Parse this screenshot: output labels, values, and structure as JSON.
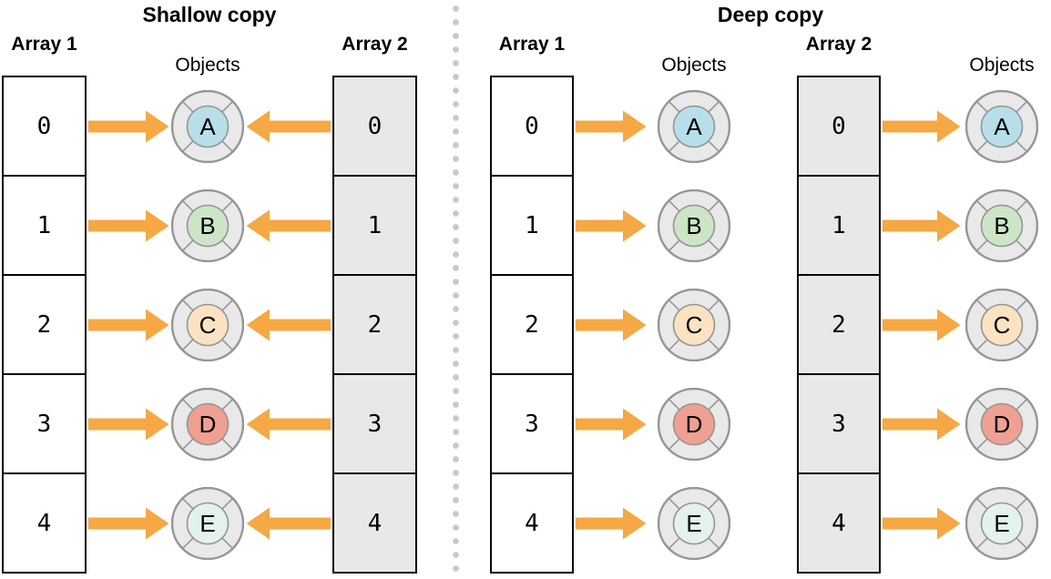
{
  "diagram": {
    "panels": [
      {
        "title": "Shallow copy",
        "array1_label": "Array 1",
        "objects_label": "Objects",
        "array2_label": "Array 2"
      },
      {
        "title": "Deep copy",
        "array1_label": "Array 1",
        "objects1_label": "Objects",
        "array2_label": "Array 2",
        "objects2_label": "Objects"
      }
    ],
    "indices": [
      "0",
      "1",
      "2",
      "3",
      "4"
    ],
    "objects": [
      {
        "letter": "A",
        "fill": "#b7dfea"
      },
      {
        "letter": "B",
        "fill": "#cce5c7"
      },
      {
        "letter": "C",
        "fill": "#fbe3c2"
      },
      {
        "letter": "D",
        "fill": "#f0a092"
      },
      {
        "letter": "E",
        "fill": "#e3f1ef"
      }
    ],
    "colors": {
      "arrow": "#f5a843",
      "ring_fill": "#e9e9e9",
      "ring_stroke": "#969696",
      "array_gray_fill": "#e8e8e7",
      "array_white_fill": "#ffffff",
      "cell_border": "#000000",
      "divider_dot": "#c9c9c9",
      "text": "#000000"
    }
  }
}
